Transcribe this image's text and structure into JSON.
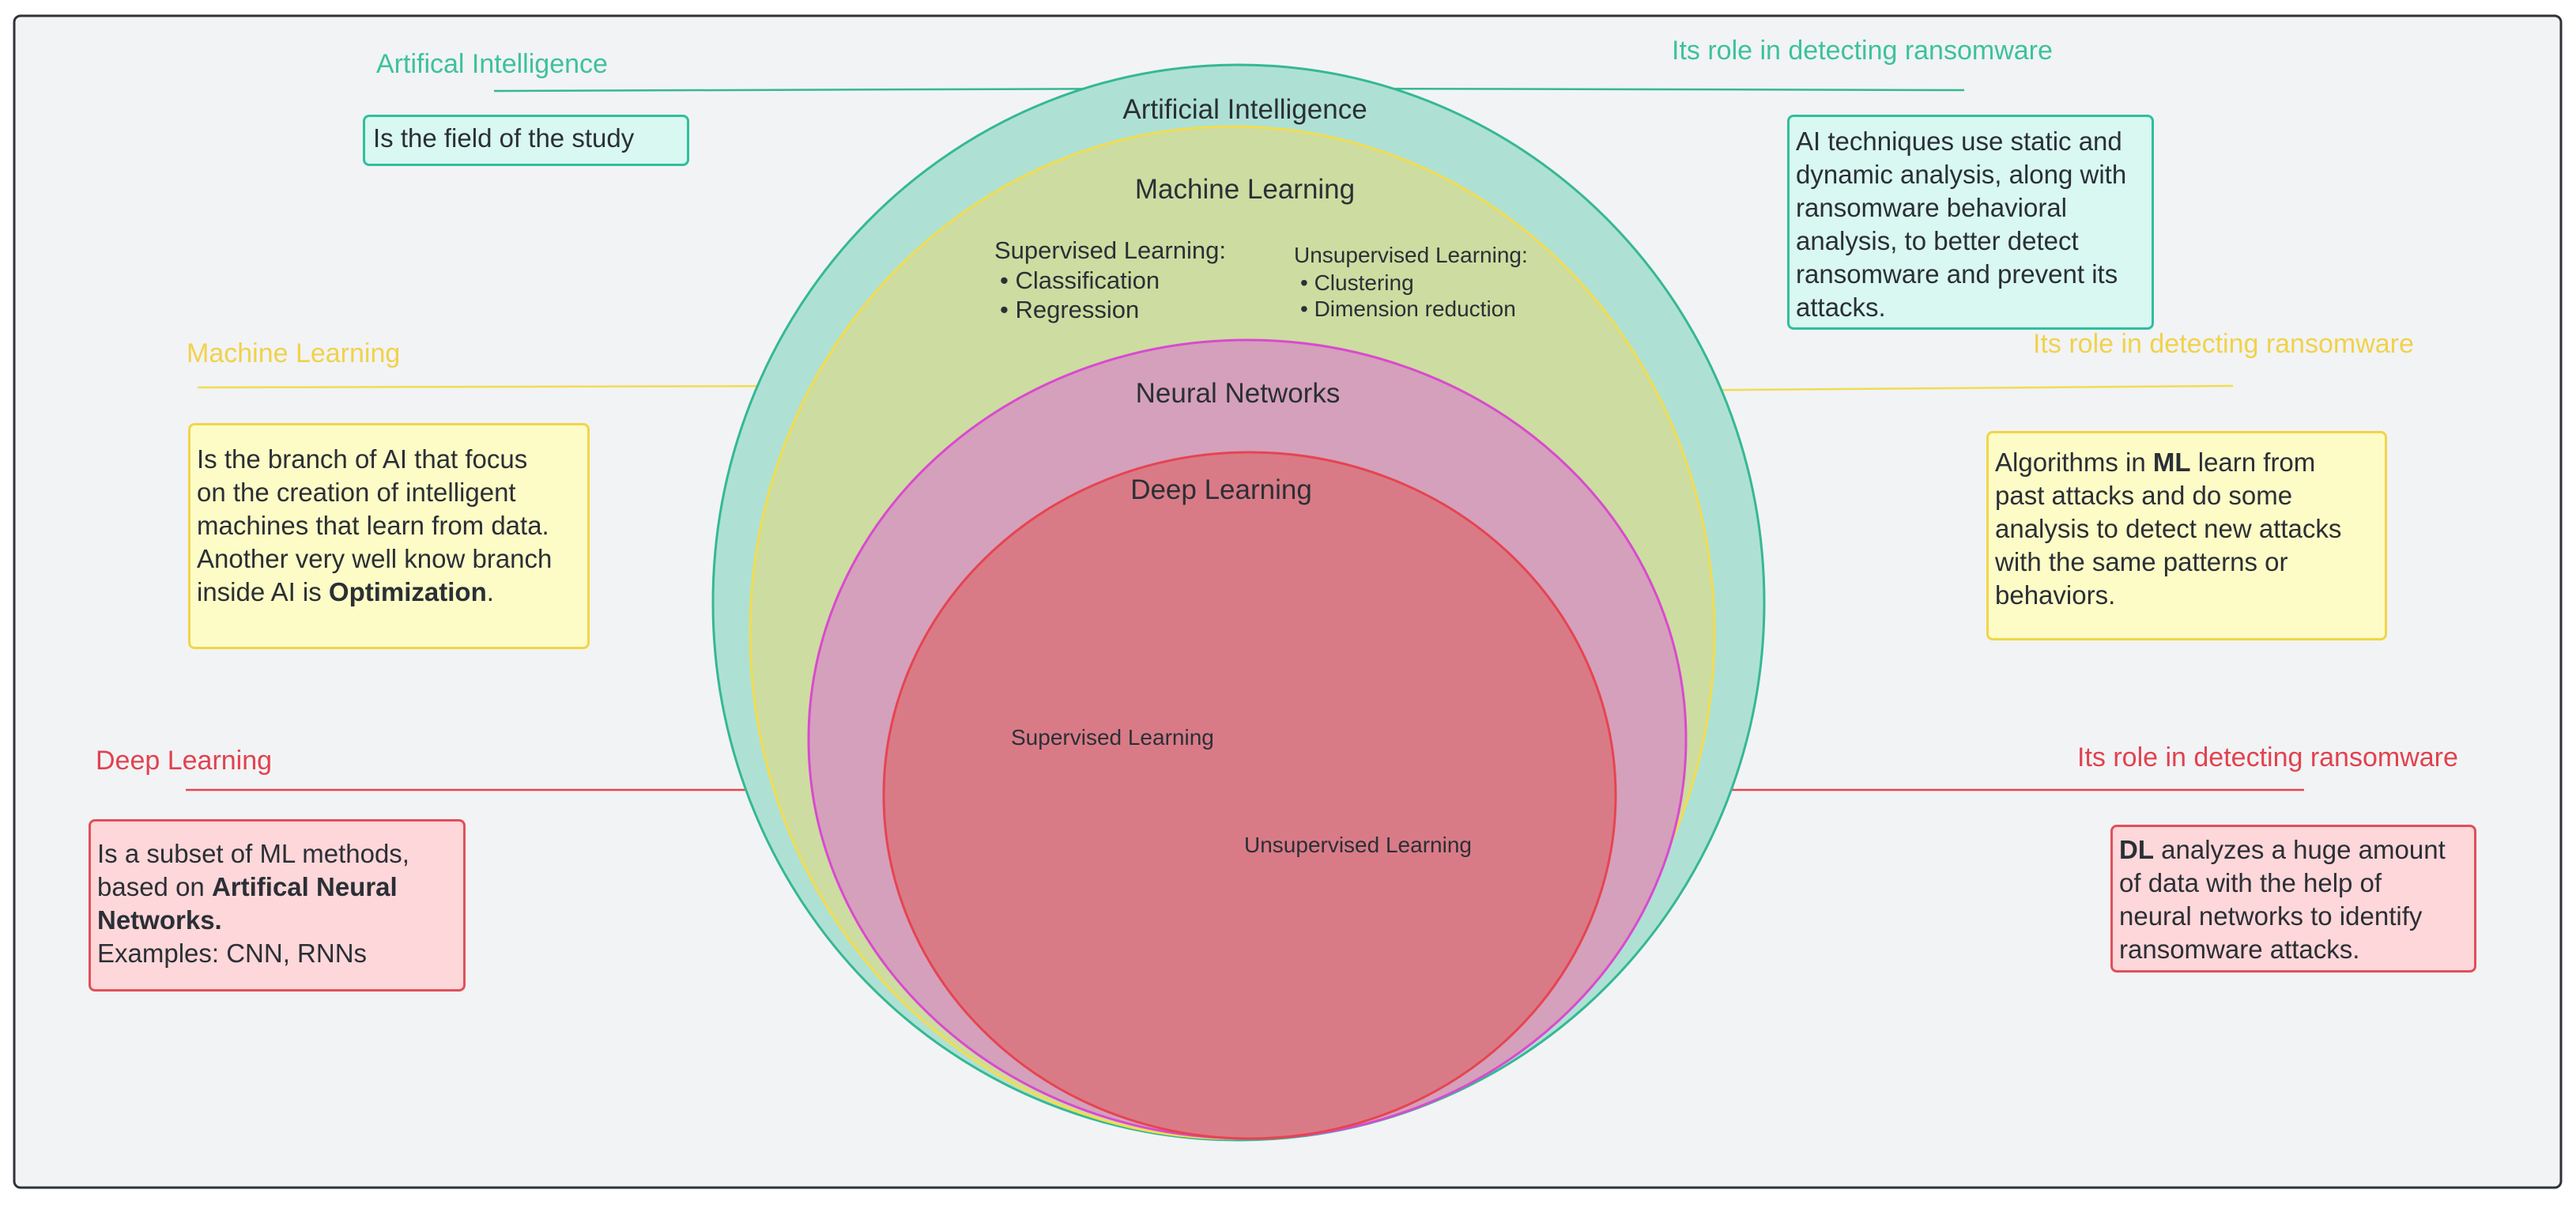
{
  "colors": {
    "frame_border": "#2f3338",
    "canvas_bg": "#f2f3f5",
    "ai_fill": "#aee1d4",
    "ai_stroke": "#35b894",
    "ml_fill": "#cddca0",
    "ml_stroke": "#f2dc52",
    "nn_fill": "#d5a0bb",
    "nn_stroke": "#d94ad0",
    "dl_fill": "#d97b87",
    "dl_stroke": "#e64451",
    "ai_text": "#3cc29c",
    "ml_text": "#f0d24c",
    "dl_text": "#e1424e"
  },
  "circles": {
    "ai_label": "Artificial Intelligence",
    "ml_label": "Machine Learning",
    "supervised_title": "Supervised Learning:",
    "supervised_items": [
      "• Classification",
      "• Regression"
    ],
    "unsupervised_title": "Unsupervised Learning:",
    "unsupervised_items": [
      "• Clustering",
      "• Dimension reduction"
    ],
    "nn_label": "Neural Networks",
    "dl_label": "Deep Learning",
    "dl_supervised": "Supervised Learning",
    "dl_unsupervised": "Unsupervised Learning"
  },
  "left": {
    "ai_title": "Artifical Intelligence",
    "ai_note": "Is the field of the study",
    "ml_title": "Machine Learning",
    "ml_note_lines": [
      "Is the branch of AI that focus",
      "on the creation of intelligent",
      "machines that learn from data.",
      "Another very well know branch",
      "inside AI is "
    ],
    "ml_note_bold": "Optimization",
    "ml_note_end": ".",
    "dl_title": "Deep Learning",
    "dl_note_line1": "Is a subset of ML methods,",
    "dl_note_line2": "based on ",
    "dl_note_bold": "Artifical Neural Networks.",
    "dl_note_line4": "Examples: CNN, RNNs"
  },
  "right": {
    "ai_title": "Its role in detecting ransomware",
    "ai_note_lines": [
      "AI techniques use static and",
      "dynamic analysis, along with",
      "ransomware behavioral",
      "analysis, to better detect",
      "ransomware and prevent its",
      "attacks."
    ],
    "ml_title": "Its role in detecting ransomware",
    "ml_note_start": "Algorithms in ",
    "ml_note_bold": "ML",
    "ml_note_rest": " learn from",
    "ml_note_lines": [
      "past attacks and do some",
      "analysis to detect new attacks",
      "with the same patterns or",
      "behaviors."
    ],
    "dl_title": "Its role in detecting ransomware",
    "dl_note_bold": "DL",
    "dl_note_start": " analyzes a huge amount",
    "dl_note_lines": [
      "of data with the help of",
      "neural networks to identify",
      "ransomware attacks."
    ]
  }
}
